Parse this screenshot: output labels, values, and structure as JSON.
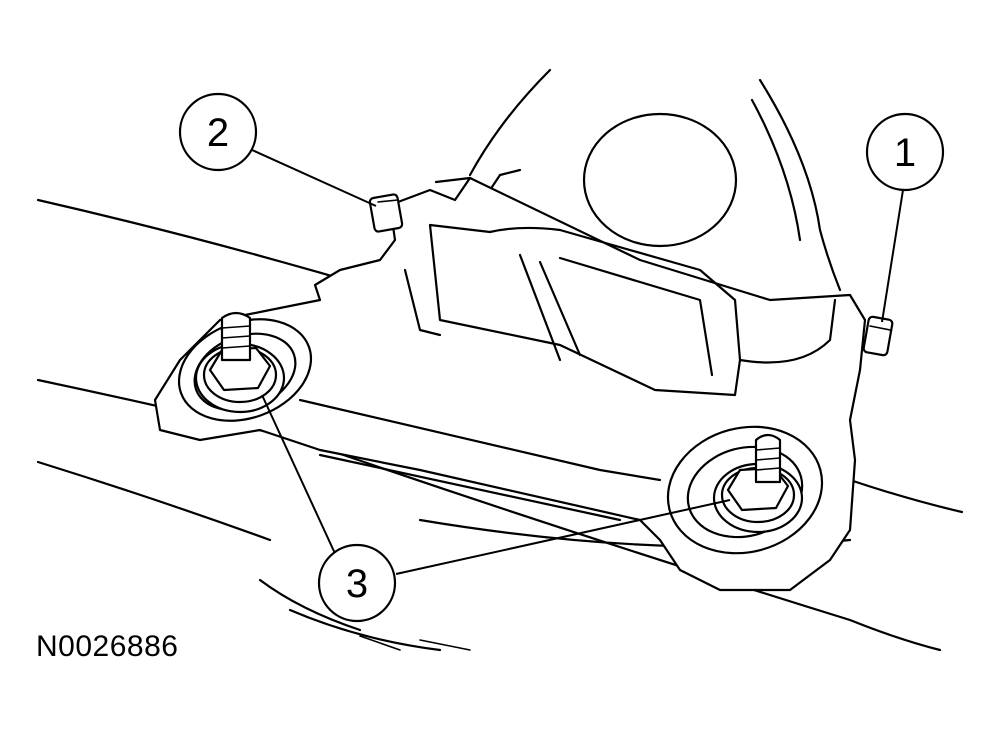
{
  "figure_id": "N0026886",
  "callouts": [
    {
      "label": "1",
      "part": "bolt-right"
    },
    {
      "label": "2",
      "part": "bolt-left"
    },
    {
      "label": "3",
      "part": "stud-nuts"
    }
  ],
  "colors": {
    "stroke": "#000000",
    "background": "#ffffff"
  }
}
